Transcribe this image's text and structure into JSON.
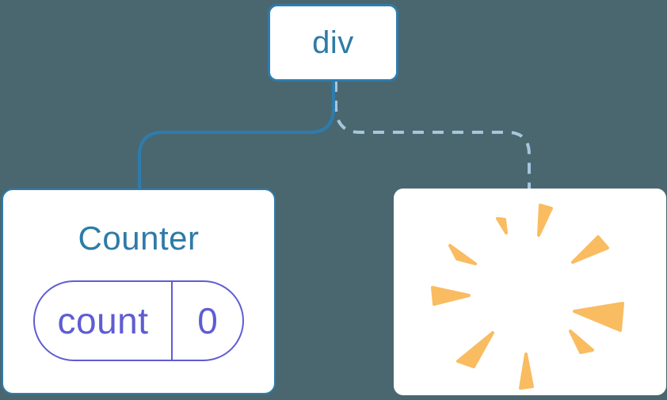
{
  "diagram": {
    "root": {
      "label": "div"
    },
    "counter": {
      "title": "Counter",
      "state": {
        "key": "count",
        "value": "0"
      }
    },
    "removed": {
      "icon": "poof-burst-icon"
    },
    "edges": [
      {
        "from": "div",
        "to": "Counter",
        "style": "solid"
      },
      {
        "from": "div",
        "to": "removed",
        "style": "dashed"
      }
    ]
  },
  "colors": {
    "background": "#4A6770",
    "box_bg": "#FFFFFF",
    "box_border": "#2E7CAD",
    "node_text": "#2D7BA8",
    "solid_edge": "#2E7CAD",
    "dashed_edge": "#A5C6DC",
    "state_accent": "#5E5DD3",
    "burst": "#F9BC60"
  }
}
